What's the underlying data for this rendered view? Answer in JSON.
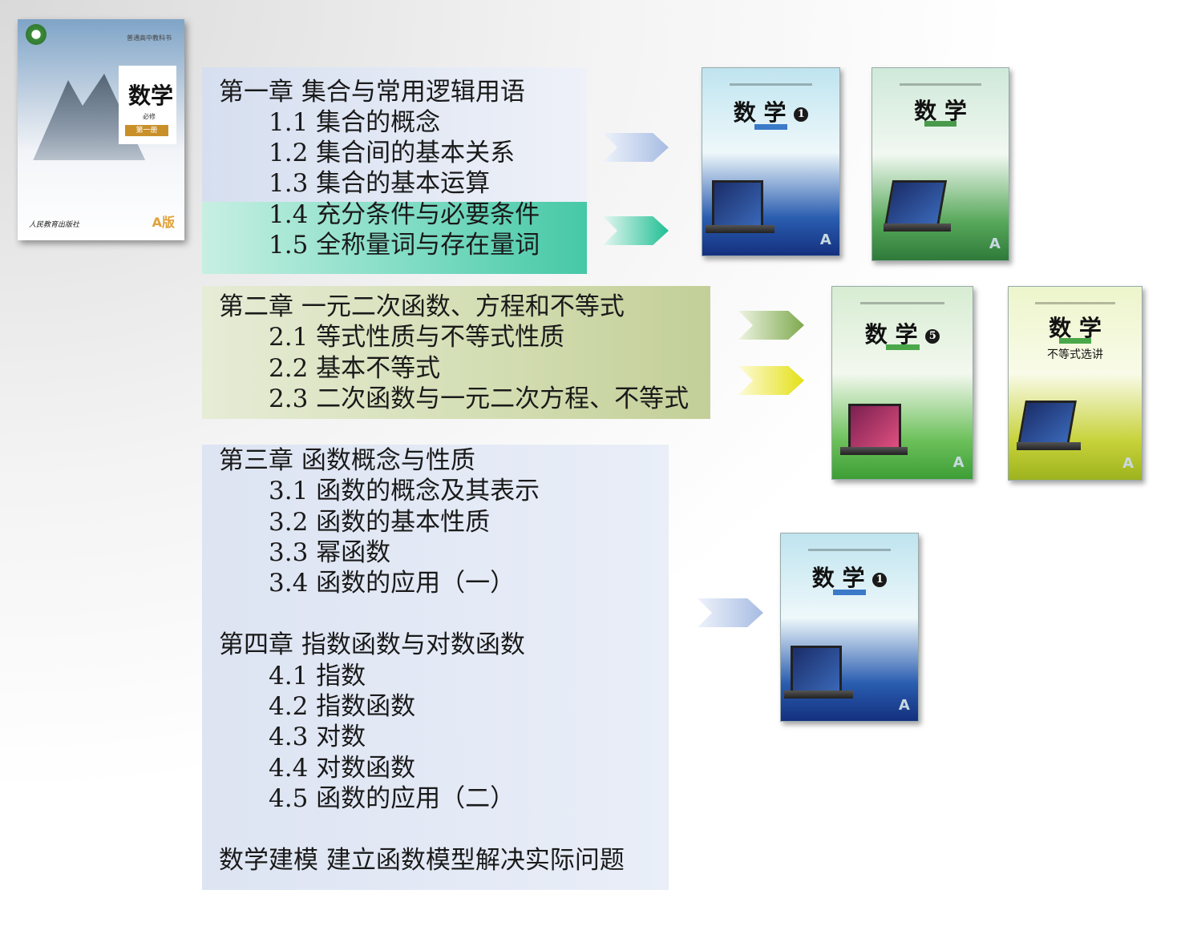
{
  "main_book": {
    "title": "数学",
    "subtitle": "必修",
    "volume": "第一册",
    "series_label": "普通高中教科书",
    "publisher": "人民教育出版社",
    "edition_mark": "A版"
  },
  "chapter1": {
    "heading": "第一章 集合与常用逻辑用语",
    "sections": [
      "1.1 集合的概念",
      "1.2 集合间的基本关系",
      "1.3 集合的基本运算",
      "1.4 充分条件与必要条件",
      "1.5 全称量词与存在量词"
    ]
  },
  "chapter2": {
    "heading": "第二章 一元二次函数、方程和不等式",
    "sections": [
      "2.1 等式性质与不等式性质",
      "2.2 基本不等式",
      "2.3 二次函数与一元二次方程、不等式"
    ]
  },
  "chapter3": {
    "heading": "第三章 函数概念与性质",
    "sections": [
      "3.1 函数的概念及其表示",
      "3.2 函数的基本性质",
      "3.3 幂函数",
      "3.4 函数的应用（一）"
    ]
  },
  "chapter4": {
    "heading": "第四章 指数函数与对数函数",
    "sections": [
      "4.1 指数",
      "4.2 指数函数",
      "4.3 对数",
      "4.4 对数函数",
      "4.5 函数的应用（二）"
    ]
  },
  "modeling": {
    "heading": "数学建模 建立函数模型解决实际问题"
  },
  "books": [
    {
      "title": "数 学",
      "badge": "1",
      "color": "#2a5db0"
    },
    {
      "title": "数 学",
      "badge": "",
      "color": "#57a85a"
    },
    {
      "title": "数 学",
      "badge": "5",
      "color": "#6cc05a"
    },
    {
      "title": "数 学",
      "badge": "",
      "subtitle": "不等式选讲",
      "color": "#c7d23a"
    },
    {
      "title": "数 学",
      "badge": "1",
      "color": "#2a5db0"
    }
  ],
  "arrow_colors": {
    "blue": "#a7bce3",
    "teal": "#1fbf94",
    "green": "#7ea94e",
    "yellow": "#e4e016"
  }
}
